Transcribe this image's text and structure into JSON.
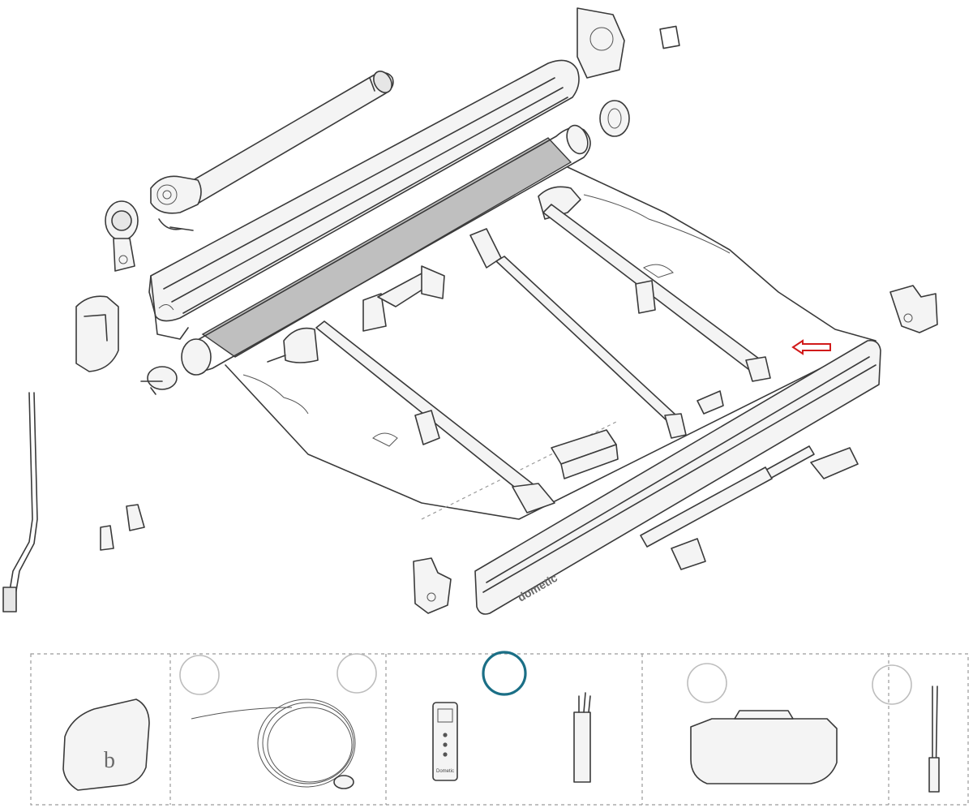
{
  "diagram": {
    "kind": "exploded parts view of an awning assembly"
  },
  "brand_logo": {
    "text": "dometic"
  },
  "accessories": {
    "panels": [
      {
        "id": "cover-box",
        "name": "wall-box"
      },
      {
        "id": "cable",
        "name": "cable-coil"
      },
      {
        "id": "remote",
        "name": "remote-control-and-motor"
      },
      {
        "id": "end-cap",
        "name": "end-cover"
      },
      {
        "id": "tool",
        "name": "crank-tool"
      }
    ],
    "remote_brand": "Dometic"
  },
  "colors": {
    "line": "#3a3a3a",
    "fabric": "#bfbfbf",
    "highlight_circle": "#1b6f86",
    "arrow": "#d11a1a",
    "placeholder_circle": "#bdbdbd",
    "dash": "#9a9a9a"
  },
  "icons": {
    "arrow": "red-arrow-icon",
    "selected": "selection-ring-icon"
  }
}
